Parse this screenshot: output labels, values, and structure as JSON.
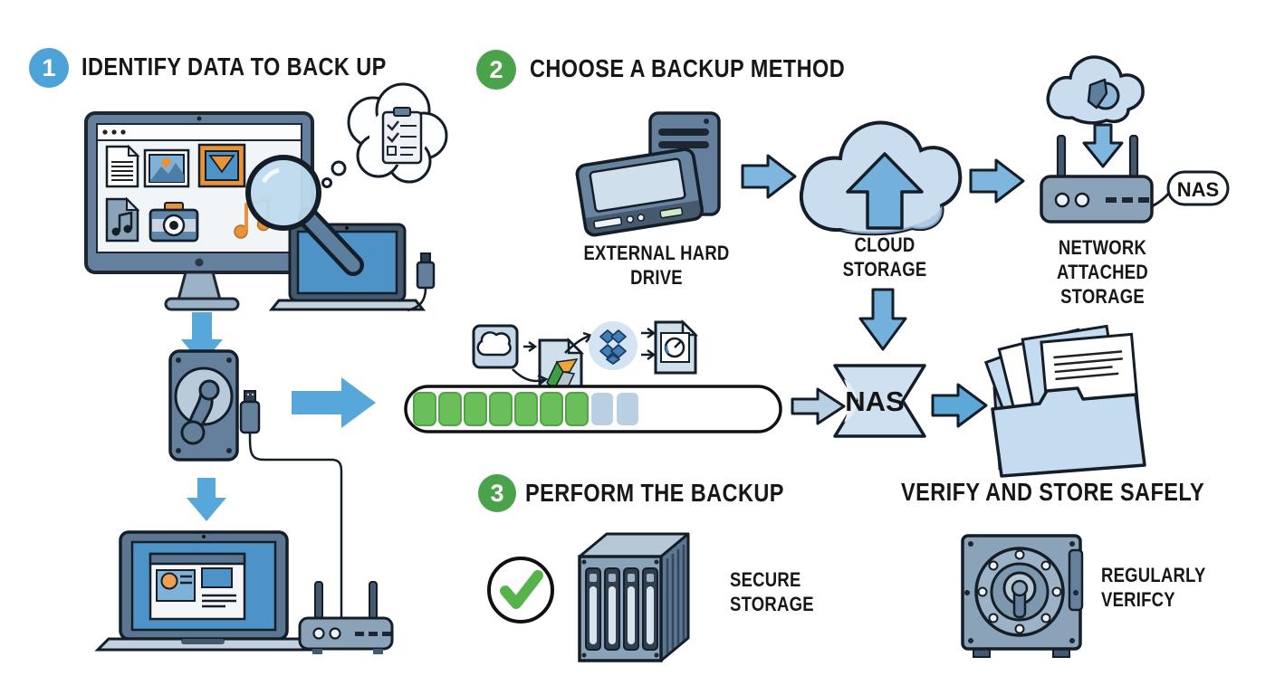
{
  "steps": [
    {
      "number": "1",
      "title": "IDENTIFY DATA TO BACK UP",
      "badge_color": "#4da3d6"
    },
    {
      "number": "2",
      "title": "CHOOSE A BACKUP METHOD",
      "badge_color": "#4aa24b"
    },
    {
      "number": "3",
      "title": "PERFORM THE BACKUP",
      "badge_color": "#4aa24b"
    }
  ],
  "verify_section": {
    "title": "VERIFY AND STORE SAFELY"
  },
  "labels": {
    "external_hard_drive": "EXTERNAL HARD DRIVE",
    "cloud_storage": [
      "CLOUD",
      "STORAGE"
    ],
    "network_attached_storage": [
      "NETWORK ATTACHED",
      "STORAGE"
    ],
    "nas_tag": "NAS",
    "nas_banner": "NAS",
    "secure_storage": [
      "SECURE",
      "STORAGE"
    ],
    "regularly_verify": [
      "REGULARLY",
      "VERIFCY"
    ]
  },
  "progress_bar": {
    "total_segments": 9,
    "filled_segments": 7,
    "filled_color": "#6abf5a",
    "filled_edge": "#55a348",
    "empty_color": "#b9cfe2"
  },
  "colors": {
    "accent_blue": "#58a7db",
    "accent_green": "#4aa24b",
    "slate_dark": "#44596e",
    "slate_mid": "#64809c",
    "slate_light": "#8ba3b8",
    "pale_blue": "#c9ddef",
    "screen_blue": "#4d93c8",
    "orange": "#e8923a",
    "outline": "#141e28"
  }
}
